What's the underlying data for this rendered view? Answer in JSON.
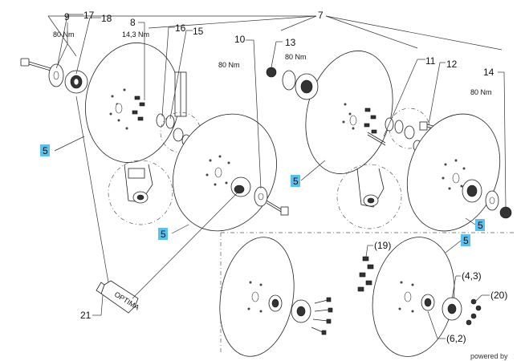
{
  "callouts": {
    "c7": "7",
    "c9": "9",
    "c17": "17",
    "c18": "18",
    "c8": "8",
    "c16": "16",
    "c15": "15",
    "c10": "10",
    "c13": "13",
    "c11": "11",
    "c12": "12",
    "c14": "14",
    "c21": "21",
    "c19": "(19)",
    "c43": "(4,3)",
    "c20": "(20)",
    "c62": "(6,2)"
  },
  "torques": {
    "t9": "80 Nm",
    "t8": "14,3 Nm",
    "t10": "80 Nm",
    "t13": "80 Nm",
    "t14": "80 Nm"
  },
  "highlighted": {
    "h1": "5",
    "h2": "5",
    "h3": "5",
    "h4": "5",
    "h5": "5"
  },
  "bottle_text": "OPTIMA",
  "footer": "powered by",
  "colors": {
    "highlight": "#5bc0eb",
    "line": "#222222"
  }
}
